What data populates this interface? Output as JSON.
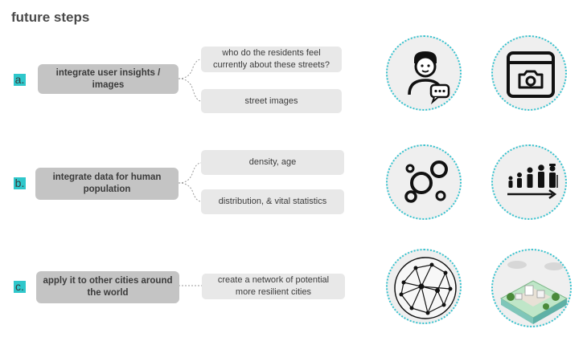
{
  "page": {
    "title": "future steps"
  },
  "steps": [
    {
      "marker": "a.",
      "main": "integrate user insights / images",
      "subs": [
        "who do the residents feel currently about these streets?",
        "street images"
      ],
      "icons": [
        "resident-feedback-icon",
        "camera-browser-icon"
      ]
    },
    {
      "marker": "b.",
      "main": "integrate data for human population",
      "subs": [
        "density, age",
        "distribution, & vital statistics"
      ],
      "icons": [
        "density-circles-icon",
        "age-progression-icon"
      ]
    },
    {
      "marker": "c.",
      "main": "apply it to other cities around the world",
      "subs": [
        "create a network of potential more resilient cities"
      ],
      "icons": [
        "city-network-globe-icon",
        "isometric-city-icon"
      ]
    }
  ],
  "colors": {
    "accent": "#2fc7cb",
    "main_box": "#c4c4c4",
    "sub_box": "#e8e8e8",
    "circle_bg": "#efefef"
  }
}
